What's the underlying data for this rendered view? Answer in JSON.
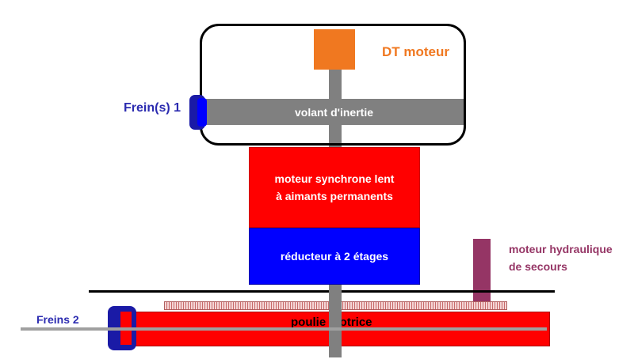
{
  "labels": {
    "dt_moteur": "DT moteur",
    "freins_1": "Frein(s) 1",
    "volant": "volant d'inertie",
    "moteur_sync_line1": "moteur synchrone lent",
    "moteur_sync_line2": "à aimants permanents",
    "reducteur": "réducteur à 2 étages",
    "moteur_hydraulique_line1": "moteur hydraulique",
    "moteur_hydraulique_line2": "de secours",
    "freins_2": "Freins 2",
    "poulie": "poulie motrice"
  },
  "colors": {
    "orange": "#f07820",
    "grey": "#808080",
    "blue": "#0000ff",
    "red": "#ff0000",
    "purple": "#953565",
    "dark_blue": "#1a1aa6",
    "label_blue": "#2b2bb0"
  }
}
